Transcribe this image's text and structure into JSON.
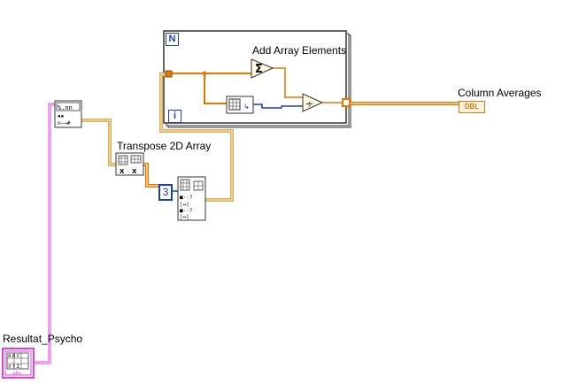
{
  "labels": {
    "add_array_elements": "Add Array Elements",
    "column_averages": "Column Averages",
    "transpose_2d_array": "Transpose 2D Array",
    "resultat_psycho": "Resultat_Psycho"
  },
  "loop": {
    "count_terminal": "N",
    "iteration_terminal": "i"
  },
  "constant_value": "3",
  "indicator_type": "DBL",
  "colors": {
    "wire_orange": "#e07a00",
    "wire_pink": "#e040e0",
    "wire_blue": "#1c3fb3",
    "wire_tan": "#d8b060"
  }
}
